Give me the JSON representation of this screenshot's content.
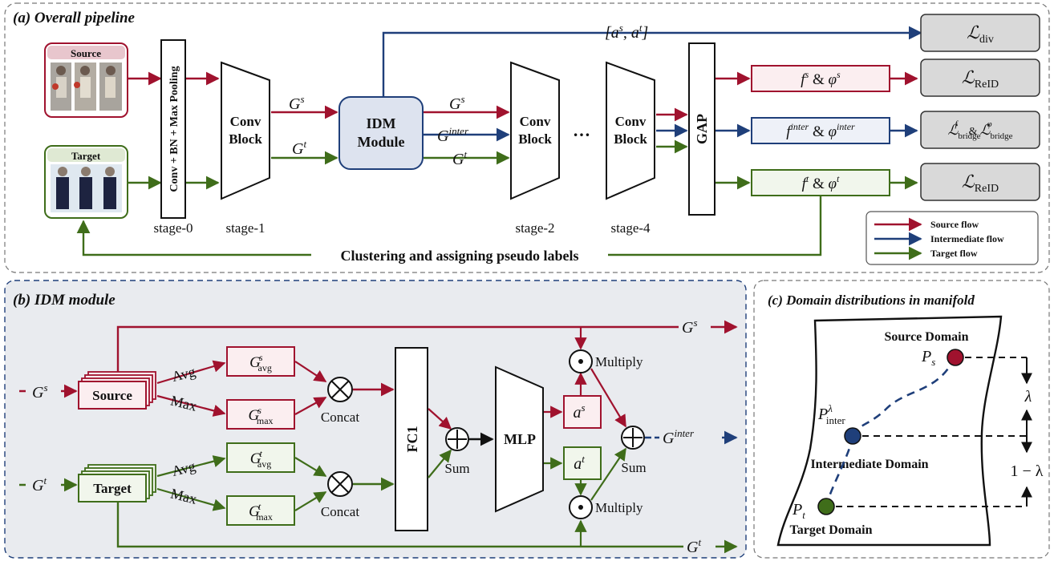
{
  "panel_a": {
    "title": "(a) Overall pipeline",
    "source_label": "Source",
    "target_label": "Target",
    "stage0_block": "Conv + BN + Max Pooling",
    "stage0": "stage-0",
    "stage1": "stage-1",
    "stage2": "stage-2",
    "stage4": "stage-4",
    "conv": "Conv",
    "block": "Block",
    "idm1": "IDM",
    "idm2": "Module",
    "gap": "GAP",
    "dots": "…",
    "gs": "G",
    "gs_sup": "s",
    "gt": "G",
    "gt_sup": "t",
    "ginter": "G",
    "ginter_sup": "inter",
    "attn": "[a",
    "attn_s": "s",
    "attn_mid": ", a",
    "attn_t": "t",
    "attn_end": "]",
    "feat_s": "f",
    "feat_s_sup": "s",
    "feat_amp": "&",
    "feat_phi": "φ",
    "feat_inter_sup": "inter",
    "feat_t_sup": "t",
    "loss_L": "ℒ",
    "loss_div": "div",
    "loss_reid": "ReID",
    "loss_bridge": "bridge",
    "loss_bridge_f": "f",
    "loss_bridge_phi": "φ",
    "cluster_label": "Clustering and assigning pseudo labels",
    "legend": {
      "source": "Source flow",
      "inter": "Intermediate flow",
      "target": "Target flow"
    }
  },
  "panel_b": {
    "title": "(b) IDM module",
    "source": "Source",
    "target": "Target",
    "avg": "Avg",
    "max": "Max",
    "sub_avg": "avg",
    "sub_max": "max",
    "concat": "Concat",
    "fc1": "FC1",
    "sum": "Sum",
    "mlp": "MLP",
    "multiply": "Multiply",
    "a": "a"
  },
  "panel_c": {
    "title": "(c) Domain distributions in manifold",
    "source_domain": "Source Domain",
    "inter_domain": "Intermediate Domain",
    "target_domain": "Target Domain",
    "ps": "P",
    "ps_sub": "s",
    "pt_sub": "t",
    "pinter_sub": "inter",
    "lambda": "λ",
    "one_minus_lambda": "1 − λ"
  },
  "colors": {
    "source": "#a0122e",
    "inter": "#1f3f7a",
    "target": "#3f6d1a",
    "idm_bg": "#dde3ef",
    "loss_bg": "#d9d9d9",
    "panel_b_bg": "#e9ebef"
  }
}
